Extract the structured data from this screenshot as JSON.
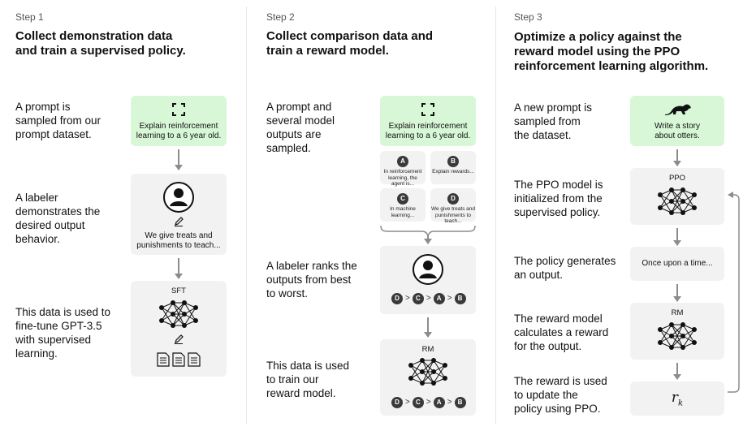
{
  "step1": {
    "label": "Step 1",
    "title_line1": "Collect demonstration data",
    "title_line2": "and train a supervised policy.",
    "desc1": [
      "A prompt is",
      "sampled from our",
      "prompt dataset."
    ],
    "desc2": [
      "A labeler",
      "demonstrates the",
      "desired output",
      "behavior."
    ],
    "desc3": [
      "This data is used to",
      "fine-tune GPT-3.5",
      "with supervised",
      "learning."
    ],
    "prompt_text": [
      "Explain reinforcement",
      "learning to a 6 year old."
    ],
    "demo_text": [
      "We give treats and",
      "punishments to teach..."
    ],
    "model_label": "SFT"
  },
  "step2": {
    "label": "Step 2",
    "title_line1": "Collect comparison data and",
    "title_line2": "train a reward model.",
    "desc1": [
      "A prompt and",
      "several model",
      "outputs are",
      "sampled."
    ],
    "desc2": [
      "A labeler ranks the",
      "outputs from best",
      "to worst."
    ],
    "desc3": [
      "This data is used",
      "to train our",
      "reward model."
    ],
    "prompt_text": [
      "Explain reinforcement",
      "learning to a 6 year old."
    ],
    "outputs": [
      {
        "letter": "A",
        "text": [
          "In reinforcement",
          "learning, the",
          "agent is..."
        ]
      },
      {
        "letter": "B",
        "text": [
          "Explain rewards..."
        ]
      },
      {
        "letter": "C",
        "text": [
          "In machine",
          "learning..."
        ]
      },
      {
        "letter": "D",
        "text": [
          "We give treats and",
          "punishments to",
          "teach..."
        ]
      }
    ],
    "ranking": [
      "D",
      "C",
      "A",
      "B"
    ],
    "ranking_sep": ">",
    "model_label": "RM"
  },
  "step3": {
    "label": "Step 3",
    "title_line1": "Optimize a policy against the",
    "title_line2": "reward model using the PPO",
    "title_line3": "reinforcement learning algorithm.",
    "desc1": [
      "A new prompt is",
      "sampled from",
      "the dataset."
    ],
    "desc2": [
      "The PPO model is",
      "initialized from the",
      "supervised policy."
    ],
    "desc3": [
      "The policy generates",
      "an output."
    ],
    "desc4": [
      "The reward model",
      "calculates a reward",
      "for the output."
    ],
    "desc5": [
      "The reward is used",
      "to update the",
      "policy using PPO."
    ],
    "prompt_text": [
      "Write a story",
      "about otters."
    ],
    "ppo_label": "PPO",
    "output_text": "Once upon a time...",
    "rm_label": "RM",
    "reward_symbol": "r",
    "reward_subscript": "k"
  },
  "colors": {
    "prompt_card": "#d7f7d7",
    "card": "#f2f2f2",
    "badge": "#3a3a3a",
    "arrow": "#8c8c8c"
  },
  "icons": [
    "recycle-icon",
    "person-icon",
    "pencil-icon",
    "network-icon",
    "document-icon",
    "otter-icon"
  ]
}
